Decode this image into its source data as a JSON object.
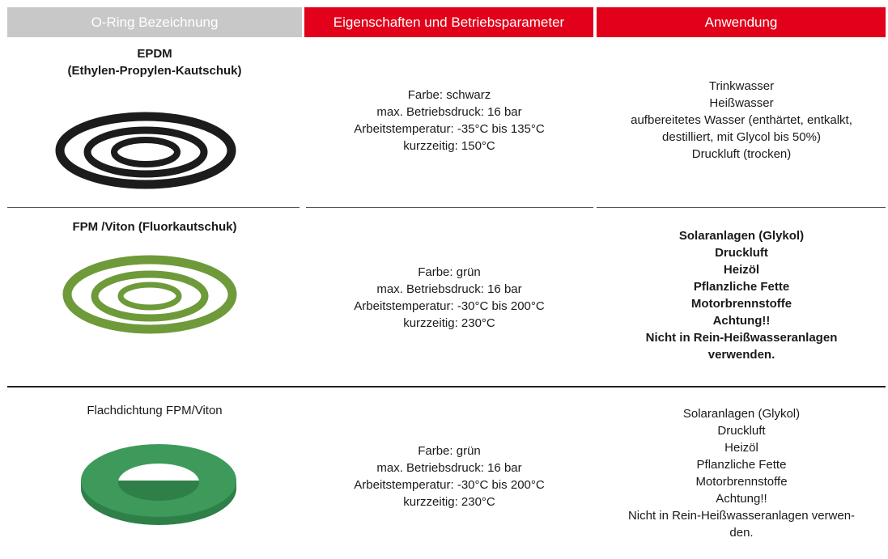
{
  "header": {
    "col1": "O-Ring Bezeichnung",
    "col2": "Eigenschaften und Betriebsparameter",
    "col3": "Anwendung"
  },
  "rows": [
    {
      "name": "EPDM\n(Ethylen-Propylen-Kautschuk)",
      "props": [
        "Farbe: schwarz",
        "max. Betriebsdruck: 16 bar",
        "Arbeitstemperatur: -35°C bis 135°C",
        "kurzzeitig: 150°C"
      ],
      "app": [
        "Trinkwasser",
        "Heißwasser",
        "aufbereitetes Wasser (enthärtet, entkalkt,",
        "destilliert, mit Glycol bis 50%)",
        "Druckluft (trocken)"
      ],
      "image": "black-o-rings",
      "color": "#1c1c1c"
    },
    {
      "name": "FPM /Viton (Fluorkautschuk)",
      "props": [
        "Farbe: grün",
        "max. Betriebsdruck: 16 bar",
        "Arbeitstemperatur: -30°C bis 200°C",
        "kurzzeitig: 230°C"
      ],
      "app": [
        "Solaranlagen (Glykol)",
        "Druckluft",
        "Heizöl",
        "Pflanzliche Fette",
        "Motorbrennstoffe",
        "Achtung!!",
        "Nicht in Rein-Heißwasseranlagen",
        "verwenden."
      ],
      "image": "green-o-rings",
      "color": "#6e9a3a"
    },
    {
      "name": "Flachdichtung FPM/Viton",
      "props": [
        "Farbe: grün",
        "max. Betriebsdruck: 16 bar",
        "Arbeitstemperatur: -30°C bis 200°C",
        "kurzzeitig: 230°C"
      ],
      "app": [
        "Solaranlagen (Glykol)",
        "Druckluft",
        "Heizöl",
        "Pflanzliche Fette",
        "Motorbrennstoffe",
        "Achtung!!",
        "Nicht in Rein-Heißwasseranlagen verwen-",
        "den."
      ],
      "image": "green-flat-gasket",
      "color": "#3d9a5a"
    }
  ]
}
